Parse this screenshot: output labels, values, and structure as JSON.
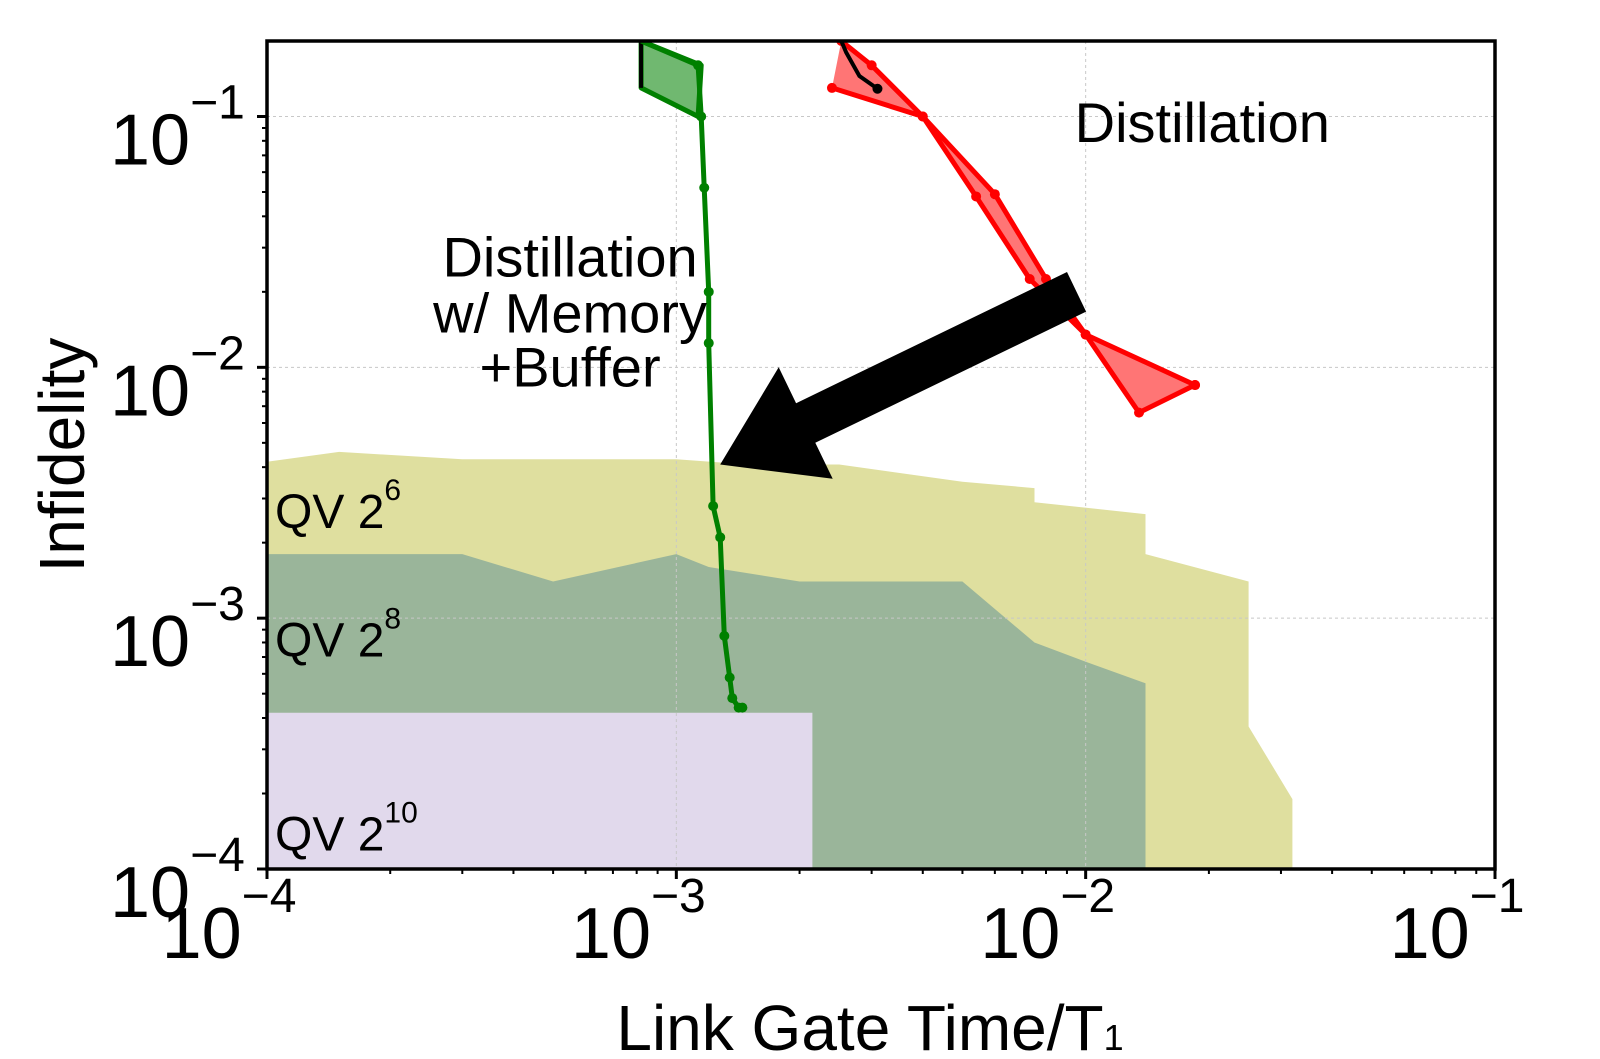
{
  "chart_data": {
    "type": "area",
    "xlabel": "Link Gate Time/T",
    "xlabel_subscript": "1",
    "ylabel": "Infidelity",
    "xscale": "log",
    "yscale": "log",
    "xlim": [
      0.0001,
      0.1
    ],
    "ylim": [
      0.0001,
      0.2
    ],
    "grid": true,
    "x_ticks": [
      {
        "base": "10",
        "exp": "−4"
      },
      {
        "base": "10",
        "exp": "−3"
      },
      {
        "base": "10",
        "exp": "−2"
      },
      {
        "base": "10",
        "exp": "−1"
      }
    ],
    "y_ticks": [
      {
        "base": "10",
        "exp": "−4"
      },
      {
        "base": "10",
        "exp": "−3"
      },
      {
        "base": "10",
        "exp": "−2"
      },
      {
        "base": "10",
        "exp": "−1"
      }
    ],
    "regions": [
      {
        "name": "QV 2^6",
        "label": "QV 2",
        "label_exp": "6",
        "color": "#dfdf9f",
        "x": [
          0.0001,
          0.00015,
          0.0003,
          0.0007,
          0.001,
          0.0015,
          0.0025,
          0.005,
          0.0075,
          0.0075,
          0.014,
          0.014,
          0.025,
          0.025,
          0.032,
          0.032,
          0.0001
        ],
        "y": [
          0.0042,
          0.0046,
          0.0043,
          0.0043,
          0.0043,
          0.0041,
          0.0041,
          0.0035,
          0.0033,
          0.0029,
          0.0026,
          0.0018,
          0.0014,
          0.00037,
          0.00019,
          0.0001,
          0.0001
        ]
      },
      {
        "name": "QV 2^8",
        "label": "QV 2",
        "label_exp": "8",
        "color": "#9ab59a",
        "x": [
          0.0001,
          0.0003,
          0.0005,
          0.001,
          0.0012,
          0.002,
          0.005,
          0.0075,
          0.01,
          0.014,
          0.014,
          0.0001
        ],
        "y": [
          0.0018,
          0.0018,
          0.0014,
          0.0018,
          0.0016,
          0.0014,
          0.0014,
          0.0008,
          0.00067,
          0.00055,
          0.0001,
          0.0001
        ]
      },
      {
        "name": "QV 2^10",
        "label": "QV 2",
        "label_exp": "10",
        "color": "#e1d9ec",
        "x": [
          0.0001,
          0.00215,
          0.00215,
          0.0001
        ],
        "y": [
          0.00042,
          0.00042,
          0.0001,
          0.0001
        ]
      }
    ],
    "series": [
      {
        "name": "Distillation",
        "color": "#ff0000",
        "fill": "#ff7575",
        "upper": {
          "x": [
            0.00253,
            0.003,
            0.004,
            0.0054,
            0.0073,
            0.01,
            0.0185
          ],
          "y": [
            0.2,
            0.16,
            0.1,
            0.048,
            0.0225,
            0.0135,
            0.0085
          ]
        },
        "lower": {
          "x": [
            0.0024,
            0.004,
            0.006,
            0.008,
            0.01,
            0.0135,
            0.0185
          ],
          "y": [
            0.13,
            0.1,
            0.049,
            0.0225,
            0.0135,
            0.0066,
            0.0085
          ]
        }
      },
      {
        "name": "Distillation w/ Memory +Buffer",
        "color": "#008000",
        "fill": "#70b870",
        "x": [
          0.00082,
          0.00113,
          0.00115,
          0.00117,
          0.0012,
          0.0012,
          0.00123,
          0.00128,
          0.00131,
          0.00135,
          0.00137,
          0.00142,
          0.00145
        ],
        "y": [
          0.2,
          0.16,
          0.1,
          0.052,
          0.02,
          0.0125,
          0.0028,
          0.0021,
          0.00085,
          0.00058,
          0.00048,
          0.00044,
          0.00044
        ],
        "band_x": [
          0.00082,
          0.00082,
          0.00113,
          0.00115
        ],
        "band_y": [
          0.2,
          0.13,
          0.1,
          0.16
        ]
      }
    ],
    "black_curve": {
      "x": [
        0.00253,
        0.0026,
        0.0028,
        0.0031
      ],
      "y": [
        0.2,
        0.18,
        0.145,
        0.129
      ]
    },
    "annotations": [
      {
        "name": "annotation-distillation",
        "text": "Distillation",
        "x": 0.0094,
        "y": 0.079
      },
      {
        "name": "annotation-memory-line1",
        "text": "Distillation",
        "x": 0.00055,
        "y": 0.023
      },
      {
        "name": "annotation-memory-line2",
        "text": "w/ Memory",
        "x": 0.00055,
        "y": 0.0138
      },
      {
        "name": "annotation-memory-line3",
        "text": "+Buffer",
        "x": 0.00055,
        "y": 0.0084
      }
    ],
    "arrow": {
      "from_x": 0.0095,
      "from_y": 0.02,
      "to_x": 0.00128,
      "to_y": 0.0041
    }
  }
}
